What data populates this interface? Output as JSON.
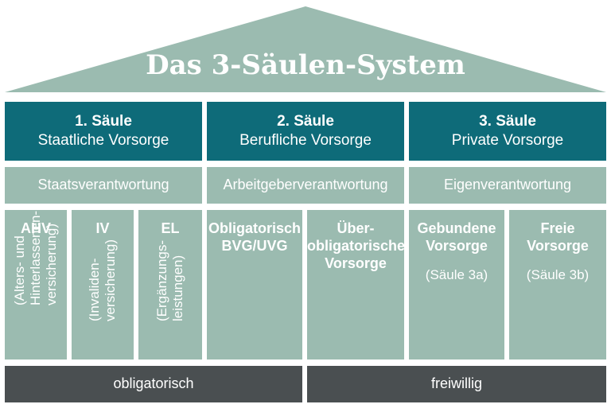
{
  "title": "Das 3-Säulen-System",
  "pillars": [
    {
      "number": "1. Säule",
      "name": "Staatliche Vorsorge",
      "responsibility": "Staatsverantwortung"
    },
    {
      "number": "2. Säule",
      "name": "Berufliche Vorsorge",
      "responsibility": "Arbeitgeberverantwortung"
    },
    {
      "number": "3. Säule",
      "name": "Private Vorsorge",
      "responsibility": "Eigenverantwortung"
    }
  ],
  "columns": {
    "ahv": {
      "title": "AHV",
      "line1": "(Alters- und",
      "line2": "Hinterlassenen-",
      "line3": "versicherung)"
    },
    "iv": {
      "title": "IV",
      "line1": "(Invaliden-",
      "line2": "versicherung)"
    },
    "el": {
      "title": "EL",
      "line1": "(Ergänzungs-",
      "line2": "leistungen)"
    },
    "obligatorisch": {
      "line1": "Obligatorisch",
      "line2": "BVG/UVG"
    },
    "ueberobligatorisch": {
      "line1": "Über-",
      "line2": "obligatorische",
      "line3": "Vorsorge"
    },
    "gebunden": {
      "line1": "Gebundene",
      "line2": "Vorsorge",
      "note": "(Säule 3a)"
    },
    "frei": {
      "line1": "Freie",
      "line2": "Vorsorge",
      "note": "(Säule 3b)"
    }
  },
  "base": {
    "left": "obligatorisch",
    "right": "freiwillig"
  },
  "colors": {
    "roof": "#9bbbb0",
    "header": "#0e6b79",
    "base": "#4a4f51"
  }
}
